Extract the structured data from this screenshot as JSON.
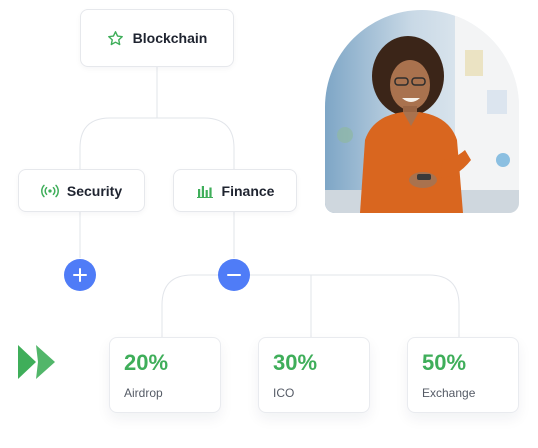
{
  "nodes": {
    "root": {
      "label": "Blockchain",
      "icon": "star-icon"
    },
    "left": {
      "label": "Security",
      "icon": "broadcast-icon"
    },
    "right": {
      "label": "Finance",
      "icon": "bar-chart-icon"
    }
  },
  "buttons": {
    "expand": {
      "icon": "plus-icon"
    },
    "collapse": {
      "icon": "minus-icon"
    }
  },
  "stats": [
    {
      "value": "20%",
      "label": "Airdrop"
    },
    {
      "value": "30%",
      "label": "ICO"
    },
    {
      "value": "50%",
      "label": "Exchange"
    }
  ],
  "colors": {
    "accent_green": "#3fae5a",
    "accent_blue": "#4f7cf7",
    "line": "#e2e5ea"
  },
  "photo": {
    "icon": "person-photo"
  },
  "logo": {
    "icon": "arrow-logo-icon"
  }
}
